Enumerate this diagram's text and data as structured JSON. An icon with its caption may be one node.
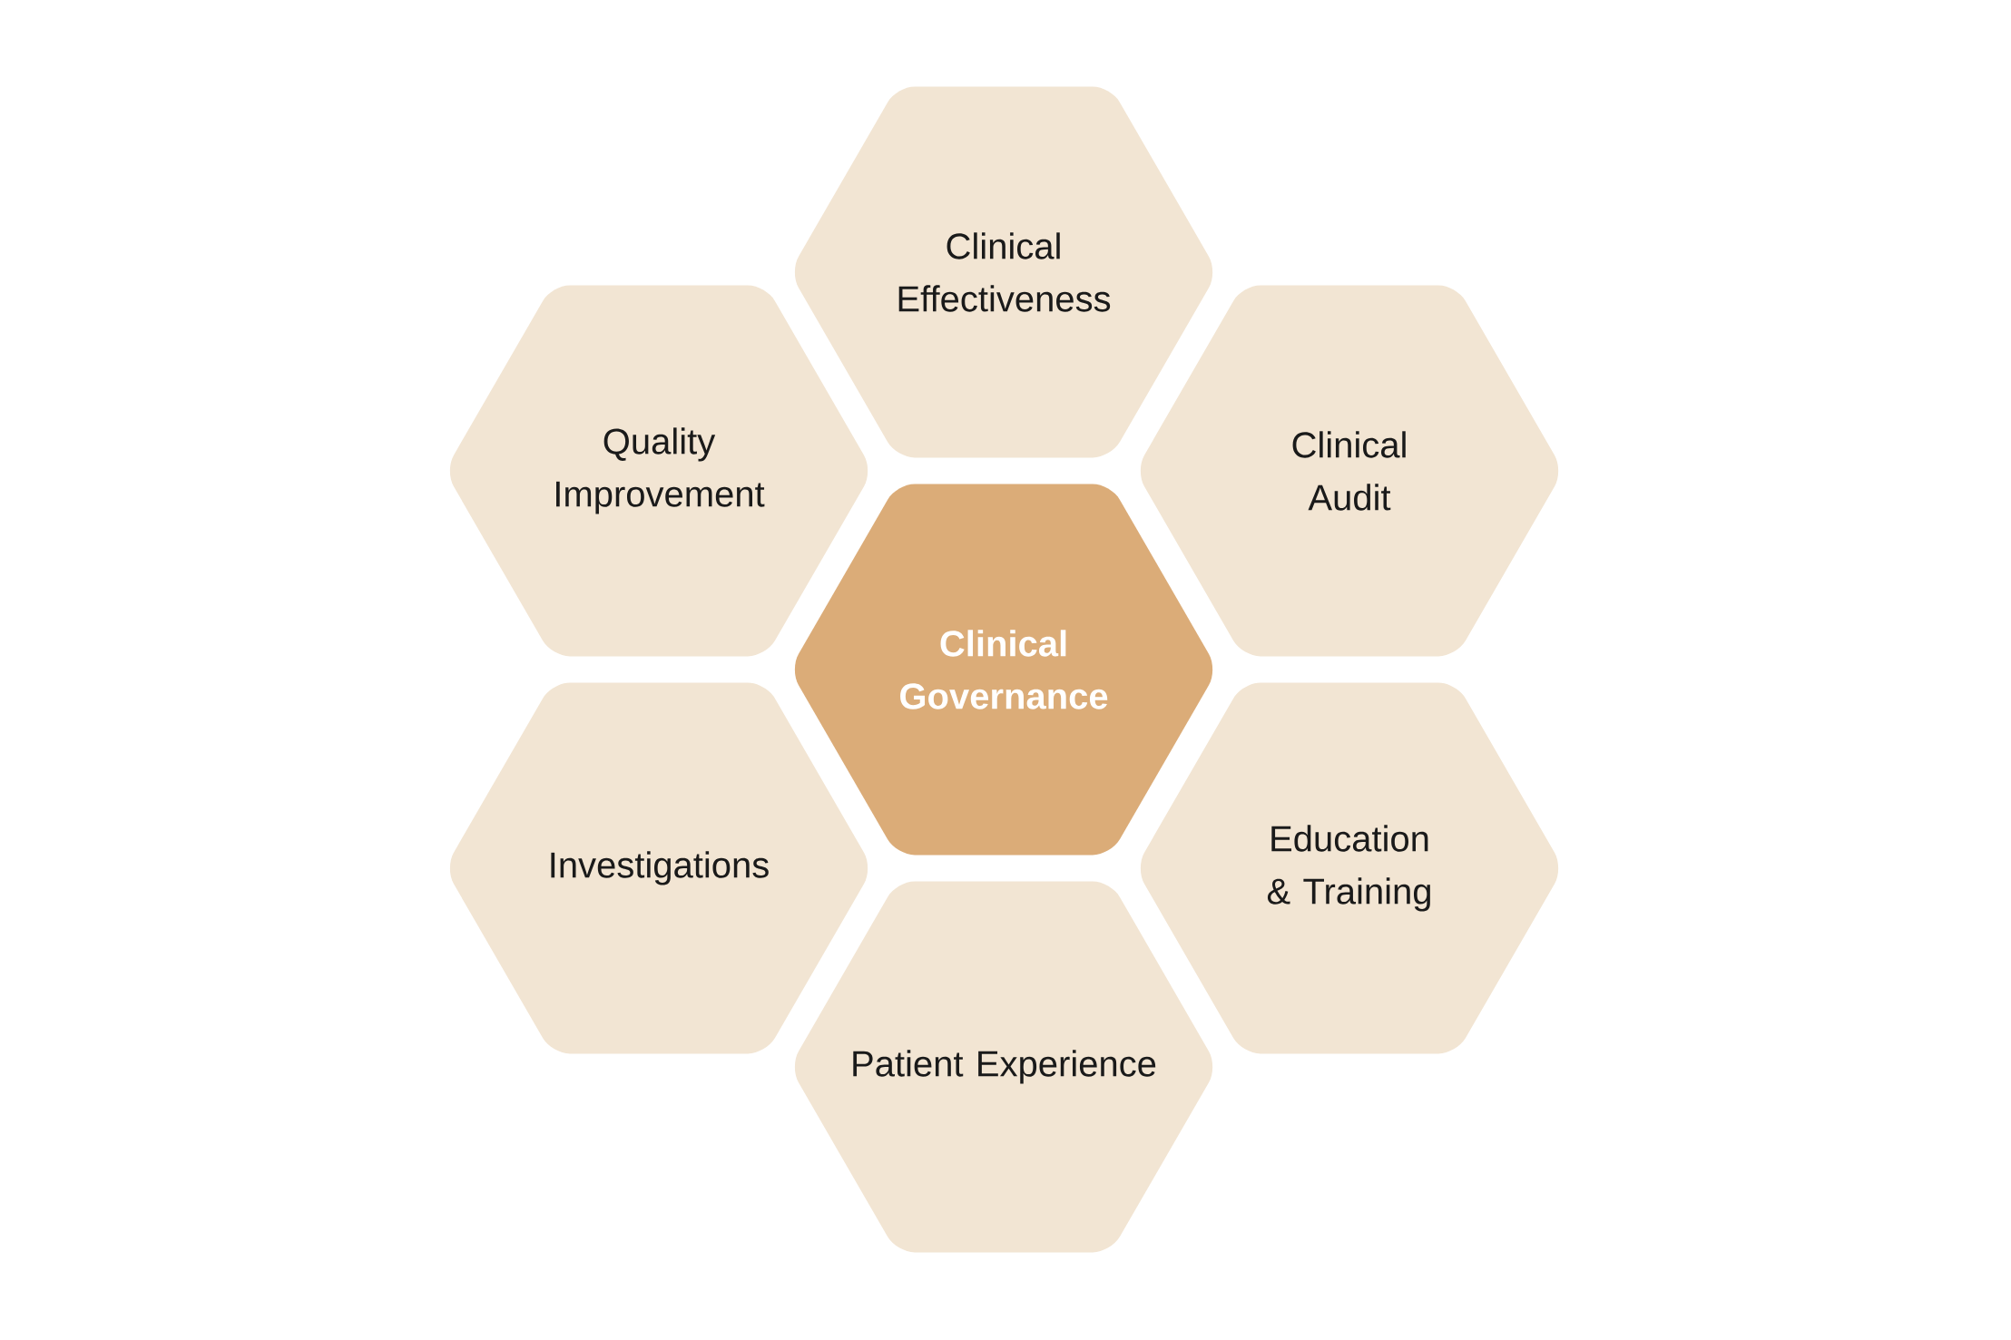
{
  "diagram": {
    "nodes": [
      {
        "text": [
          "Clinical Effectiveness"
        ]
      },
      {
        "text": [
          "Quality Improvement"
        ]
      },
      {
        "text": [
          "Clinical Audit"
        ]
      },
      {
        "text": [
          "Clinical Governance"
        ]
      },
      {
        "text": [
          "Investigations"
        ]
      },
      {
        "text": [
          "Education & Training"
        ]
      },
      {
        "text": [
          "Patient Experience"
        ]
      }
    ]
  }
}
